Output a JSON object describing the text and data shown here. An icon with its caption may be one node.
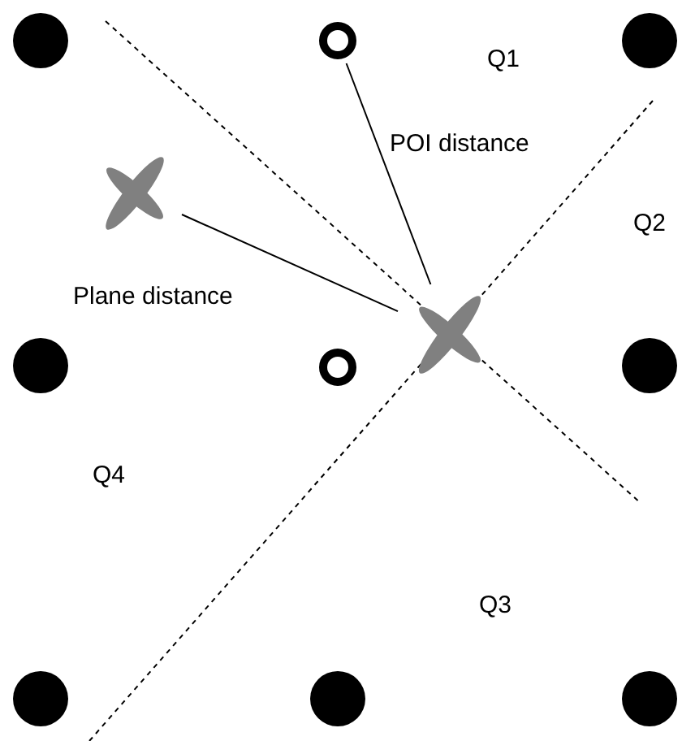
{
  "diagram": {
    "nodes": [
      {
        "text": [],
        "shape": "circle"
      },
      {
        "text": [],
        "shape": "cross"
      },
      {
        "text": [],
        "shape": "cross"
      },
      {
        "text": [],
        "shape": "circle"
      }
    ],
    "edges": [
      {
        "from": 0,
        "to": 2,
        "arrow": "none",
        "label": "POI distance"
      },
      {
        "from": 1,
        "to": 2,
        "arrow": "none",
        "label": "Plane distance"
      }
    ],
    "labels": [
      "Q1",
      "Q2",
      "Q4",
      "Q3"
    ]
  }
}
